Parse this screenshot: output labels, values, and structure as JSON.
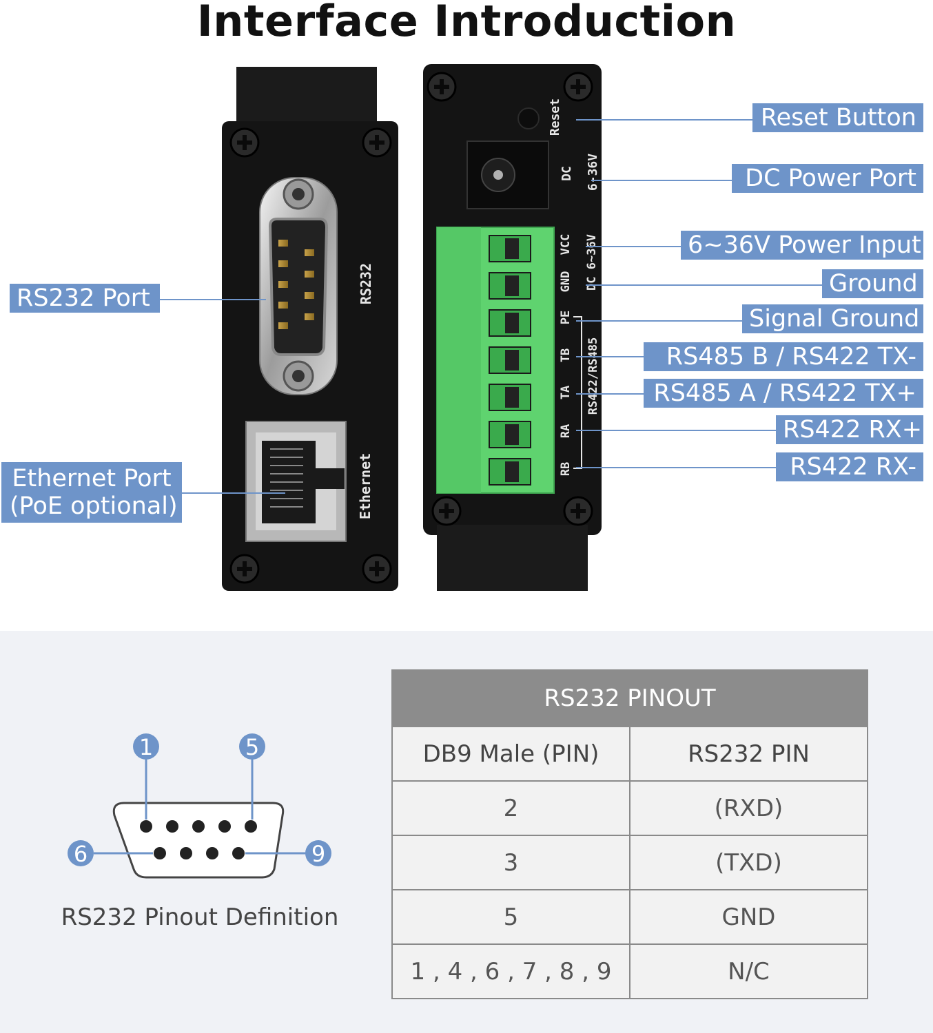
{
  "title": "Interface Introduction",
  "colors": {
    "callout_bg": "#6e94c9",
    "leader_line": "#6e94c9",
    "device_body": "#141414",
    "terminal_green": "#5fd36f",
    "table_header_bg": "#8c8c8c",
    "panel_bg": "#f0f2f6"
  },
  "device_left": {
    "labels": {
      "rs232": "RS232",
      "ethernet": "Ethernet"
    }
  },
  "device_right": {
    "labels": {
      "reset": "Reset",
      "dc": "DC",
      "dc_voltage": "6-36V",
      "vcc": "VCC",
      "gnd": "GND",
      "dc_range": "DC 6~36V",
      "pe": "PE",
      "tb": "TB",
      "ta": "TA",
      "ra": "RA",
      "rb": "RB",
      "bus": "RS422/RS485"
    }
  },
  "callouts": {
    "rs232_port": "RS232 Port",
    "ethernet_port_line1": "Ethernet Port",
    "ethernet_port_line2": "(PoE optional)",
    "reset_button": "Reset Button",
    "dc_power_port": "DC Power Port",
    "power_input": "6~36V Power Input",
    "ground": "Ground",
    "signal_ground": "Signal Ground",
    "rs485_b": "RS485 B / RS422 TX-",
    "rs485_a": "RS485 A / RS422 TX+",
    "rs422_rx_plus": "RS422 RX+",
    "rs422_rx_minus": "RS422 RX-"
  },
  "pinout_diagram": {
    "pin_labels": [
      "1",
      "5",
      "6",
      "9"
    ],
    "caption": "RS232 Pinout Definition"
  },
  "pinout_table": {
    "title": "RS232 PINOUT",
    "columns": [
      "DB9 Male (PIN)",
      "RS232 PIN"
    ],
    "rows": [
      [
        "2",
        "(RXD)"
      ],
      [
        "3",
        "(TXD)"
      ],
      [
        "5",
        "GND"
      ],
      [
        "1 , 4 , 6 , 7 , 8 , 9",
        "N/C"
      ]
    ]
  }
}
